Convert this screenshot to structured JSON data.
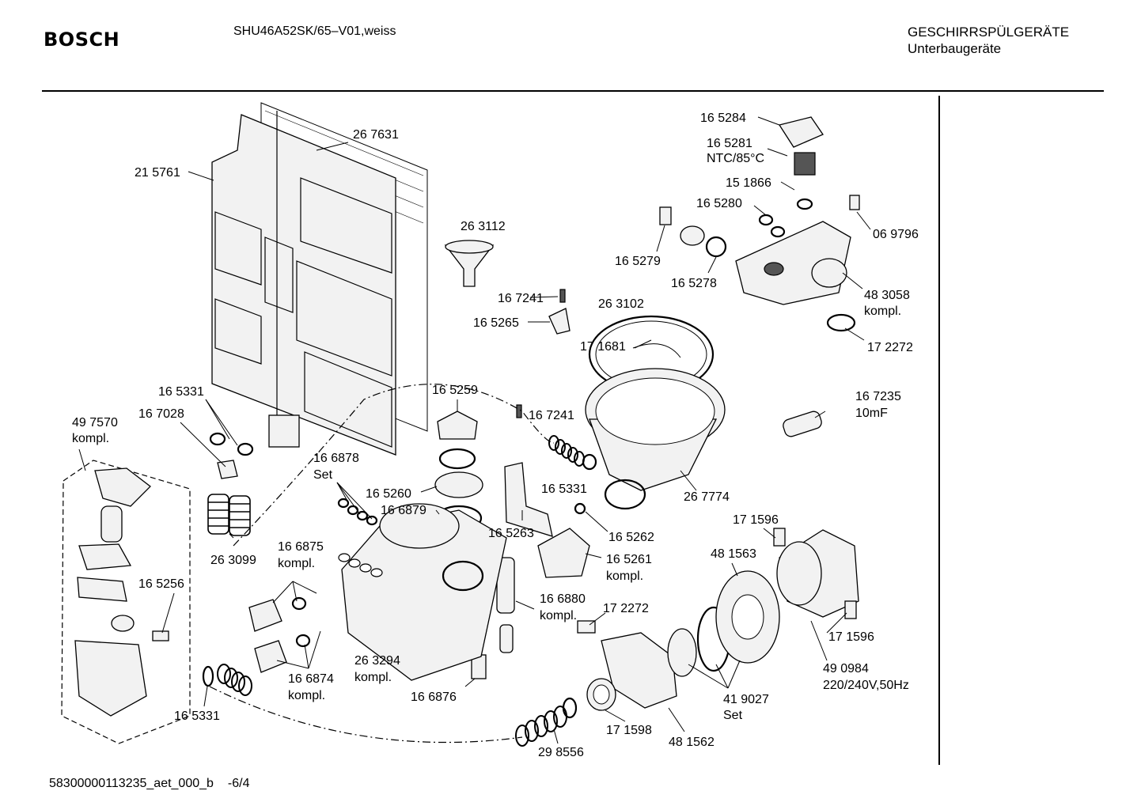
{
  "header": {
    "brand": "BOSCH",
    "model": "SHU46A52SK/65–V01,weiss",
    "category_line1": "GESCHIRRSPÜLGERÄTE",
    "category_line2": "Unterbaugeräte"
  },
  "footer": {
    "doc_id": "58300000113235_aet_000_b",
    "page": "-6/4"
  },
  "parts": [
    {
      "id": "p267631",
      "lines": [
        "26 7631"
      ]
    },
    {
      "id": "p215761",
      "lines": [
        "21 5761"
      ]
    },
    {
      "id": "p263112",
      "lines": [
        "26 3112"
      ]
    },
    {
      "id": "p167241a",
      "lines": [
        "16 7241"
      ]
    },
    {
      "id": "p165265",
      "lines": [
        "16 5265"
      ]
    },
    {
      "id": "p263102",
      "lines": [
        "26 3102"
      ]
    },
    {
      "id": "p171681",
      "lines": [
        "17 1681"
      ]
    },
    {
      "id": "p165284",
      "lines": [
        "16 5284"
      ]
    },
    {
      "id": "p165281",
      "lines": [
        "16 5281",
        "NTC/85°C"
      ]
    },
    {
      "id": "p151866",
      "lines": [
        "15 1866"
      ]
    },
    {
      "id": "p165280",
      "lines": [
        "16 5280"
      ]
    },
    {
      "id": "p069796",
      "lines": [
        "06 9796"
      ]
    },
    {
      "id": "p165279",
      "lines": [
        "16 5279"
      ]
    },
    {
      "id": "p165278",
      "lines": [
        "16 5278"
      ]
    },
    {
      "id": "p483058",
      "lines": [
        "48 3058",
        "kompl."
      ]
    },
    {
      "id": "p172272a",
      "lines": [
        "17 2272"
      ]
    },
    {
      "id": "p167235",
      "lines": [
        "16 7235",
        "10mF"
      ]
    },
    {
      "id": "p165331a",
      "lines": [
        "16 5331"
      ]
    },
    {
      "id": "p167028",
      "lines": [
        "16 7028"
      ]
    },
    {
      "id": "p497570",
      "lines": [
        "49 7570",
        "kompl."
      ]
    },
    {
      "id": "p165259",
      "lines": [
        "16 5259"
      ]
    },
    {
      "id": "p167241b",
      "lines": [
        "16 7241"
      ]
    },
    {
      "id": "p166878",
      "lines": [
        "16 6878",
        "Set"
      ]
    },
    {
      "id": "p165260",
      "lines": [
        "16 5260"
      ]
    },
    {
      "id": "p166879",
      "lines": [
        "16 6879"
      ]
    },
    {
      "id": "p165331b",
      "lines": [
        "16 5331"
      ]
    },
    {
      "id": "p267774",
      "lines": [
        "26 7774"
      ]
    },
    {
      "id": "p165263",
      "lines": [
        "16 5263"
      ]
    },
    {
      "id": "p165262",
      "lines": [
        "16 5262"
      ]
    },
    {
      "id": "p171596a",
      "lines": [
        "17 1596"
      ]
    },
    {
      "id": "p263099",
      "lines": [
        "26 3099"
      ]
    },
    {
      "id": "p166875",
      "lines": [
        "16 6875",
        "kompl."
      ]
    },
    {
      "id": "p165261",
      "lines": [
        "16 5261",
        "kompl."
      ]
    },
    {
      "id": "p481563",
      "lines": [
        "48 1563"
      ]
    },
    {
      "id": "p165256",
      "lines": [
        "16 5256"
      ]
    },
    {
      "id": "p166880",
      "lines": [
        "16 6880",
        "kompl."
      ]
    },
    {
      "id": "p172272b",
      "lines": [
        "17 2272"
      ]
    },
    {
      "id": "p171596b",
      "lines": [
        "17 1596"
      ]
    },
    {
      "id": "p263294",
      "lines": [
        "26 3294",
        "kompl."
      ]
    },
    {
      "id": "p166874",
      "lines": [
        "16 6874",
        "kompl."
      ]
    },
    {
      "id": "p166876",
      "lines": [
        "16 6876"
      ]
    },
    {
      "id": "p490984",
      "lines": [
        "49 0984",
        "220/240V,50Hz"
      ]
    },
    {
      "id": "p419027",
      "lines": [
        "41 9027",
        "Set"
      ]
    },
    {
      "id": "p165331c",
      "lines": [
        "16 5331"
      ]
    },
    {
      "id": "p171598",
      "lines": [
        "17 1598"
      ]
    },
    {
      "id": "p481562",
      "lines": [
        "48 1562"
      ]
    },
    {
      "id": "p298556",
      "lines": [
        "29 8556"
      ]
    }
  ]
}
